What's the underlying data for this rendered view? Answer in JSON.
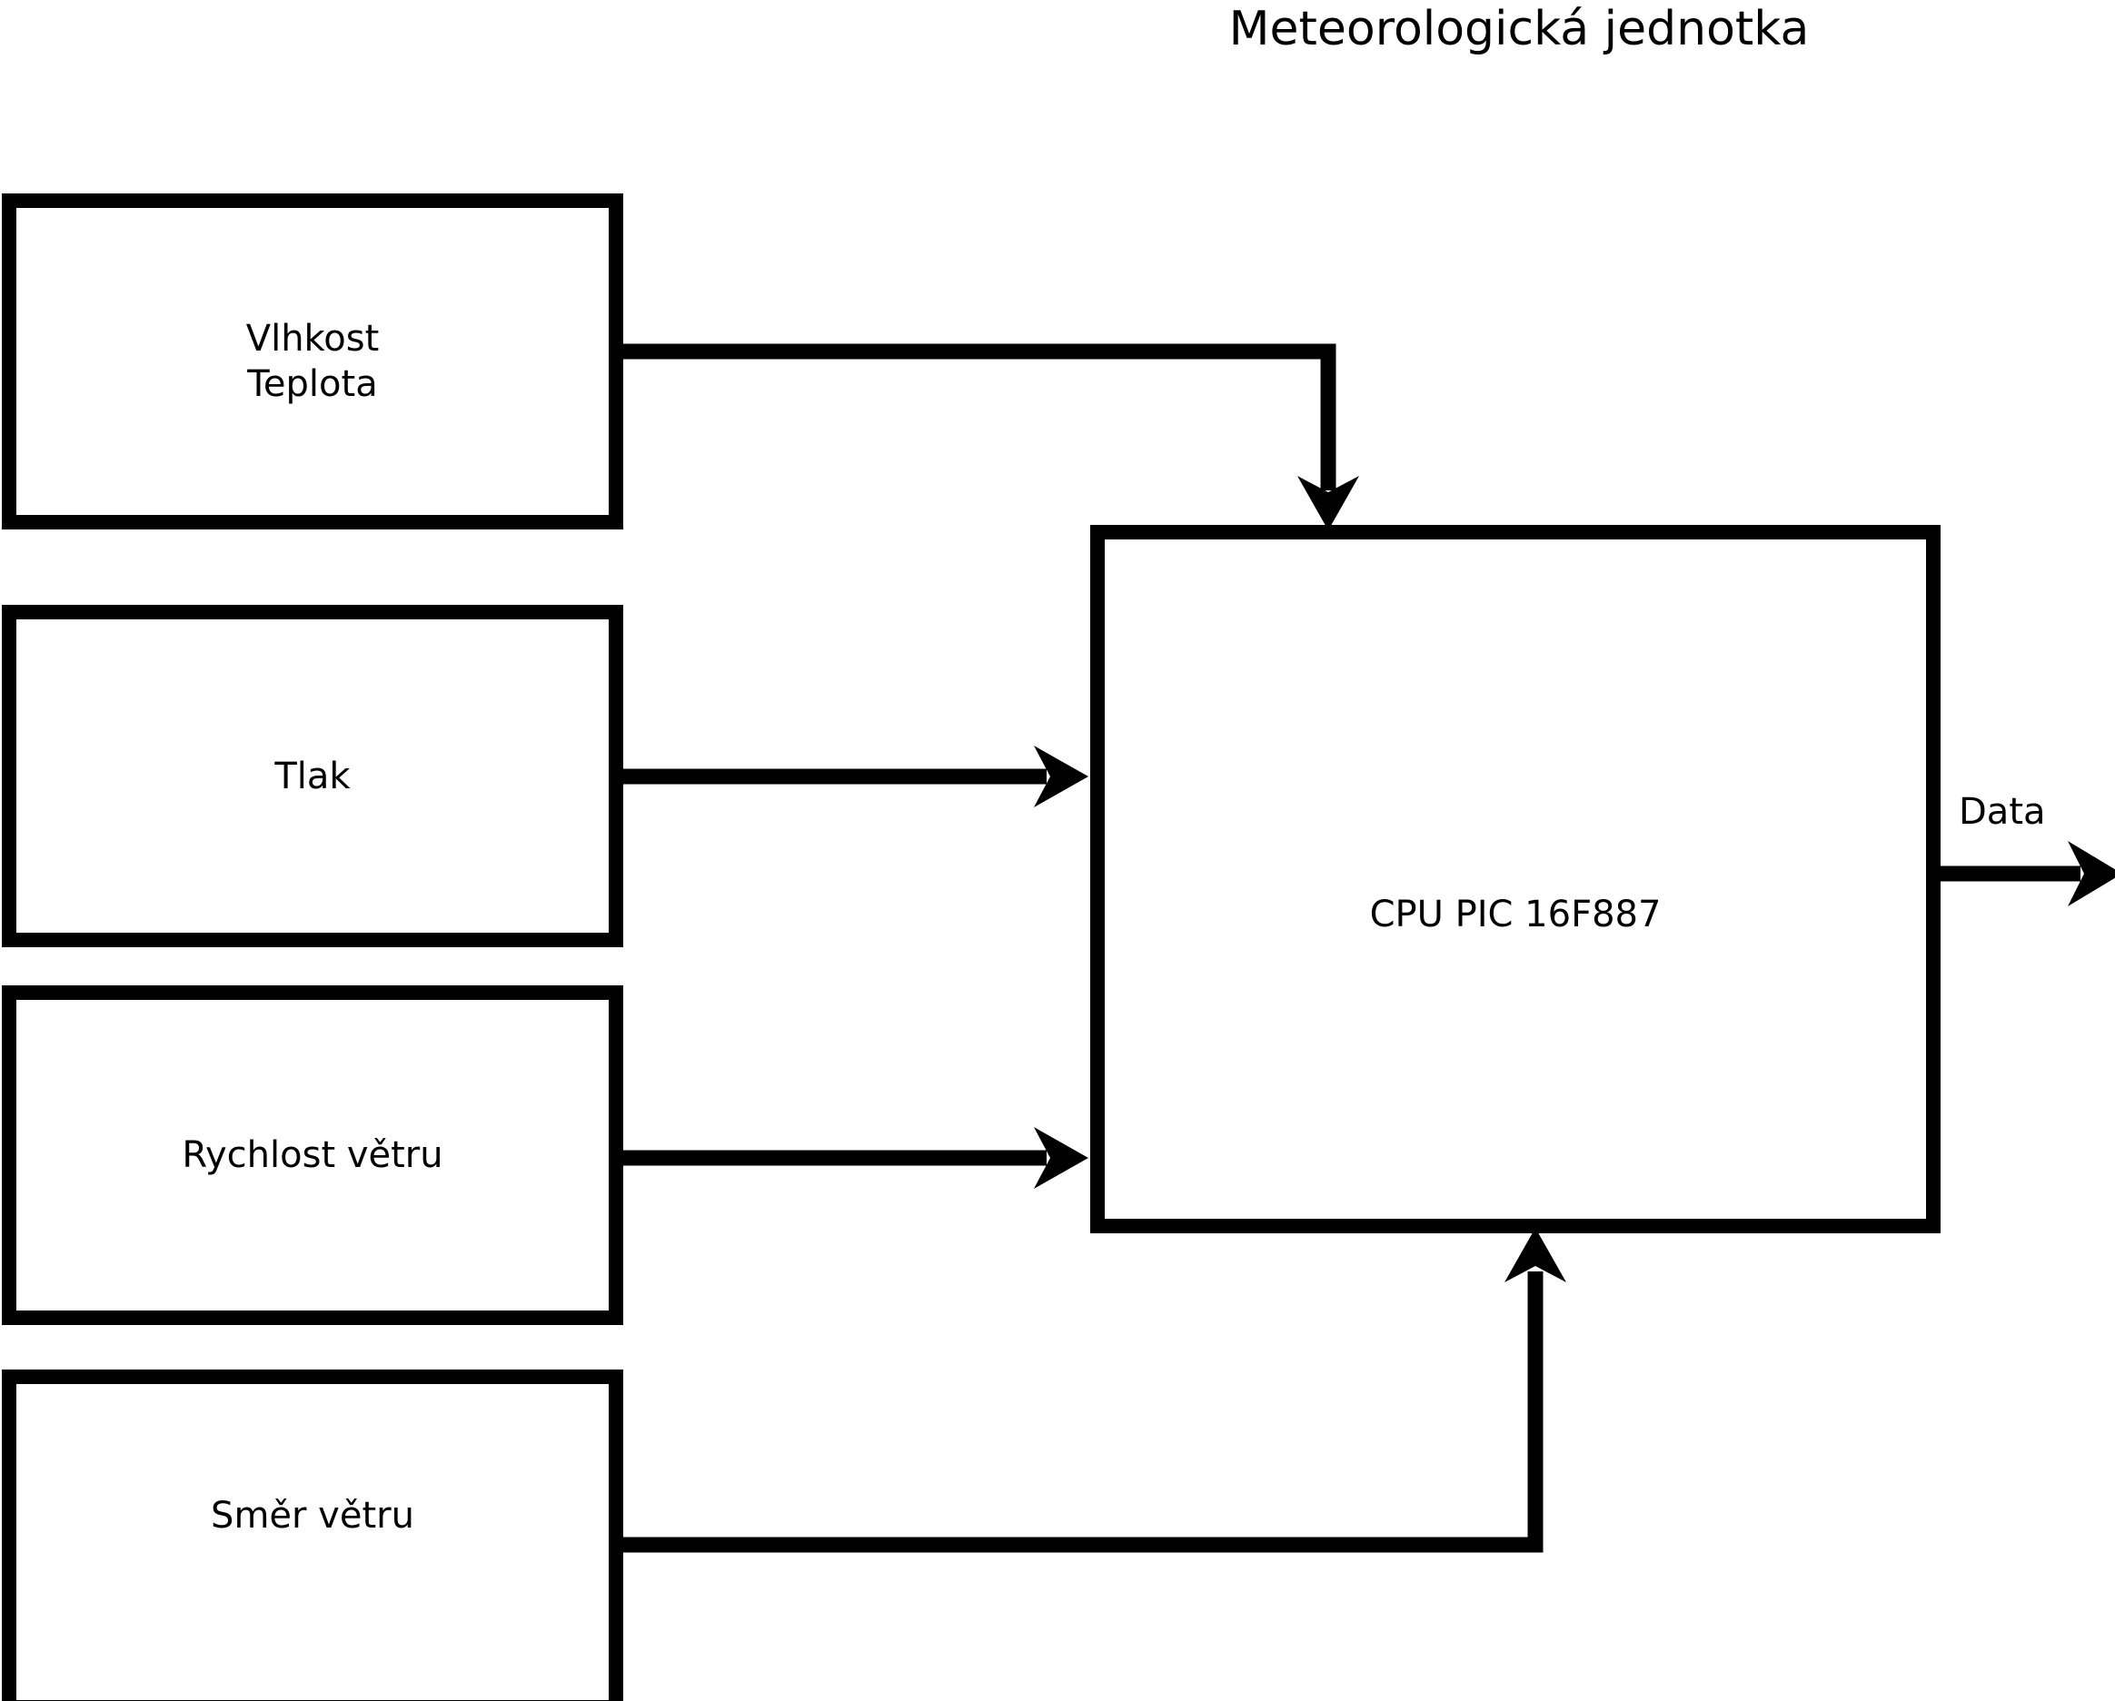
{
  "diagram": {
    "title": "Meteorologická jednotka",
    "background_color": "#ffffff",
    "stroke_color": "#000000",
    "type": "block-diagram",
    "sensor_blocks": [
      {
        "id": "humidity-temperature",
        "label": "Vlhkost\nTeplota",
        "line1": "Vlhkost",
        "line2": "Teplota"
      },
      {
        "id": "pressure",
        "label": "Tlak"
      },
      {
        "id": "wind-speed",
        "label": "Rychlost větru"
      },
      {
        "id": "wind-direction",
        "label": "Směr větru"
      }
    ],
    "cpu": {
      "id": "cpu",
      "label": "CPU PIC 16F887"
    },
    "output": {
      "id": "data-output",
      "label": "Data"
    },
    "connections": [
      {
        "from": "humidity-temperature",
        "to": "cpu",
        "routing": "right-then-down",
        "arrow": "down"
      },
      {
        "from": "pressure",
        "to": "cpu",
        "routing": "straight-right",
        "arrow": "right"
      },
      {
        "from": "wind-speed",
        "to": "cpu",
        "routing": "straight-right",
        "arrow": "right"
      },
      {
        "from": "wind-direction",
        "to": "cpu",
        "routing": "right-then-up",
        "arrow": "up"
      },
      {
        "from": "cpu",
        "to": "data-output",
        "routing": "straight-right",
        "arrow": "right"
      }
    ]
  }
}
